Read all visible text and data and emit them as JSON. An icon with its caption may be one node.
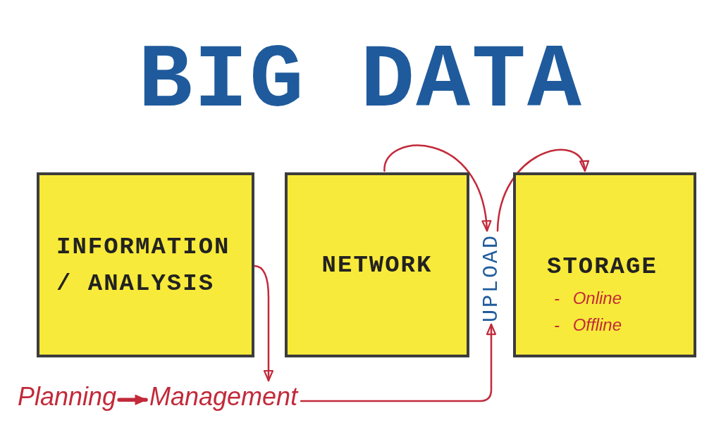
{
  "diagram": {
    "title": "BIG DATA",
    "nodes": [
      {
        "text": [
          "INFORMATION / ANALYSIS"
        ]
      },
      {
        "text": [
          "NETWORK"
        ]
      },
      {
        "text": [
          "STORAGE",
          "- Online",
          "- Offline"
        ]
      },
      {
        "text": [
          "UPLOAD"
        ]
      },
      {
        "text": [
          "Planning"
        ]
      },
      {
        "text": [
          "Management"
        ]
      }
    ],
    "edges": [
      {
        "from": 0,
        "to": 5,
        "arrow": "to"
      },
      {
        "from": 4,
        "to": 5,
        "arrow": "to",
        "style": "thick"
      },
      {
        "from": 5,
        "to": 3,
        "arrow": "to"
      },
      {
        "from": 1,
        "to": 3,
        "arrow": "to"
      },
      {
        "from": 3,
        "to": 2,
        "arrow": "to"
      }
    ]
  }
}
